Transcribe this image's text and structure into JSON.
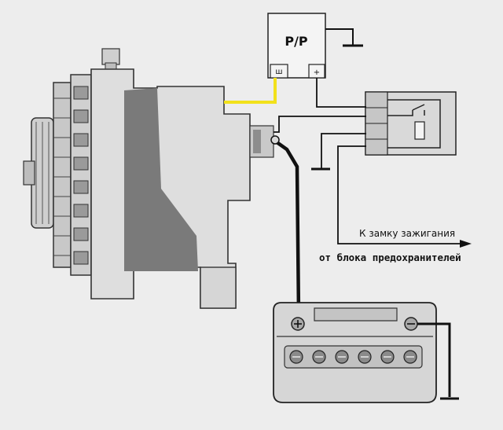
{
  "regulator": {
    "label": "Р/Р",
    "terminal_sh": "ш",
    "terminal_plus": "+"
  },
  "labels": {
    "to_ignition": "К замку зажигания",
    "from_fuse_block": "от блока предохранителей"
  },
  "colors": {
    "field_wire": "#f2e11b",
    "wire": "#111111",
    "body_light": "#dcdcdc",
    "body_shadow": "#7a7a7a",
    "background": "#ededed"
  },
  "icons": {
    "ground": "ground-icon",
    "relay": "relay-icon",
    "battery": "battery-icon",
    "alternator": "alternator-icon"
  }
}
